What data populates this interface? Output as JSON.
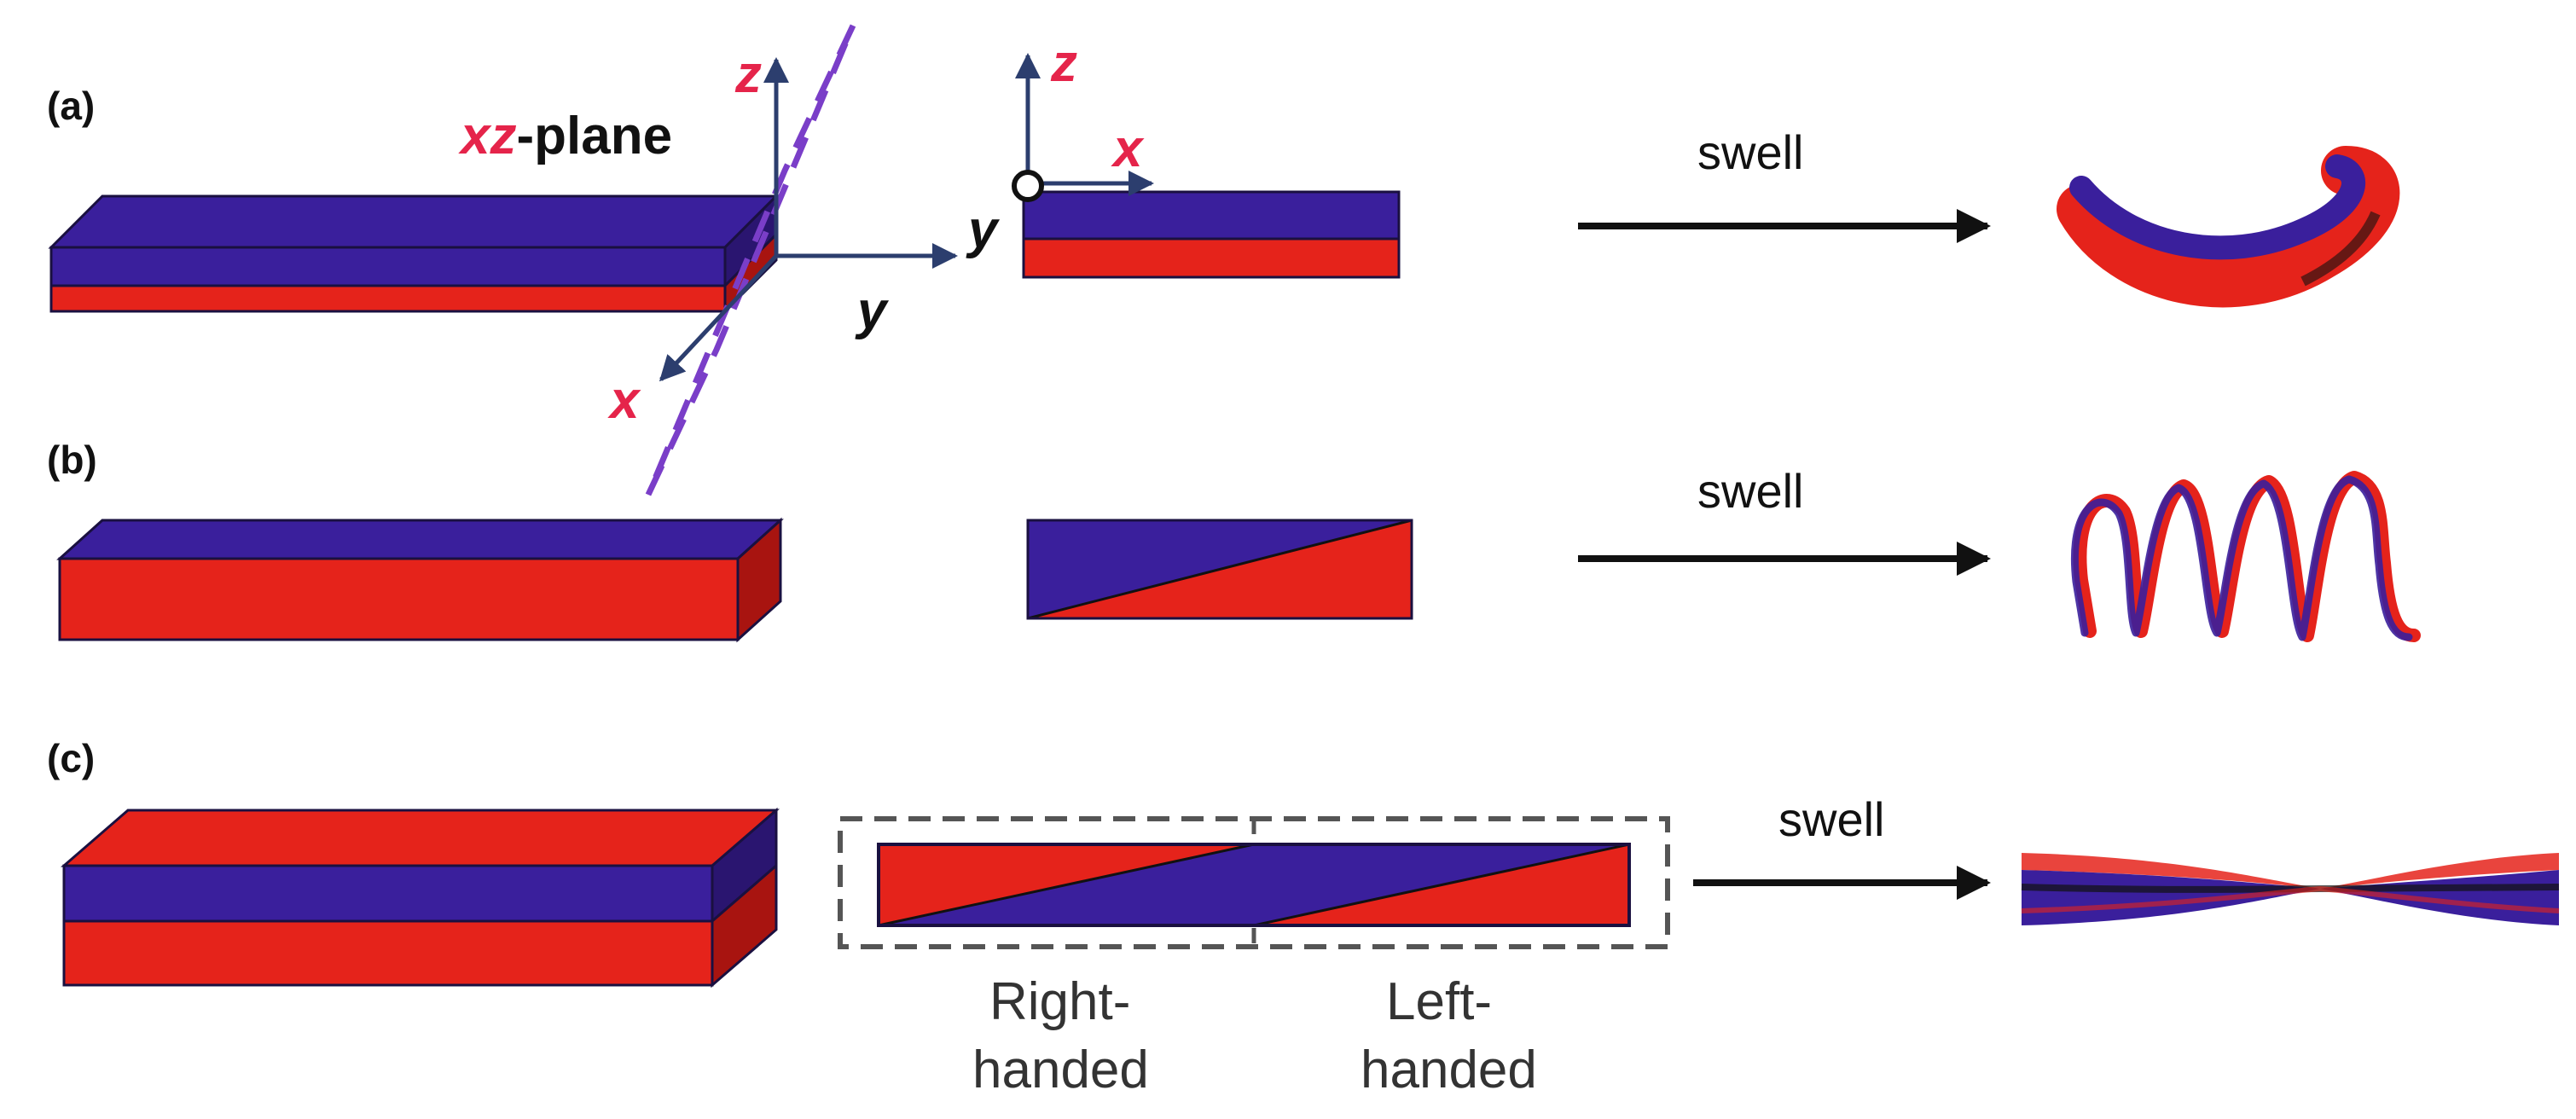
{
  "colors": {
    "blue_layer": "#3a1f9c",
    "blue_dark": "#2a1570",
    "red_layer": "#e5231b",
    "red_dark": "#a81410",
    "axis_label_red": "#e5244a",
    "plane_dash": "#7a3ec8",
    "axis_arrow": "#2c3e6e",
    "box_dash": "#555555"
  },
  "panels": [
    {
      "id": "a",
      "label": "(a)",
      "action": "swell",
      "result_icon": "curled-arc"
    },
    {
      "id": "b",
      "label": "(b)",
      "action": "swell",
      "result_icon": "helix-coil"
    },
    {
      "id": "c",
      "label": "(c)",
      "action": "swell",
      "result_icon": "twisted-ribbon"
    }
  ],
  "axes": {
    "z": "z",
    "y": "y",
    "x": "x",
    "plane_prefix": "xz",
    "plane_suffix": "-plane"
  },
  "handedness": {
    "right_line1": "Right-",
    "right_line2": "handed",
    "left_line1": "Left-",
    "left_line2": "handed"
  }
}
